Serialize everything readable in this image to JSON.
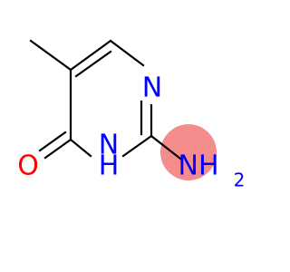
{
  "molecule": {
    "atoms": {
      "n_ring": {
        "symbol": "N",
        "color": "#0000ff"
      },
      "nh_ring": {
        "symbol": "N",
        "hydrogen": "H",
        "color": "#0000ff"
      },
      "oxygen": {
        "symbol": "O",
        "color": "#ff0000"
      },
      "amine": {
        "symbol": "NH",
        "subscript": "2",
        "color": "#0000ff"
      }
    },
    "highlight": {
      "atom": "amine",
      "color": "#f48c8c"
    }
  }
}
